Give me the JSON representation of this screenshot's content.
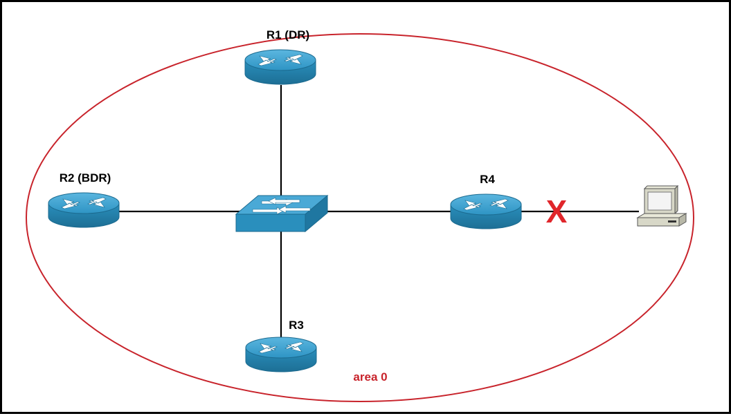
{
  "diagram": {
    "area_label": "area 0",
    "area_color": "#c8232b",
    "link_color": "#000000",
    "device_color": "#2a8fbd",
    "fault_mark": "X",
    "fault_color": "#e0262b"
  },
  "routers": [
    {
      "id": "r1",
      "label": "R1 (DR)"
    },
    {
      "id": "r2",
      "label": "R2 (BDR)"
    },
    {
      "id": "r3",
      "label": "R3"
    },
    {
      "id": "r4",
      "label": "R4"
    }
  ],
  "switch": {
    "id": "sw1"
  },
  "host": {
    "id": "pc1"
  },
  "icons": {
    "router": "router-icon",
    "switch": "switch-icon",
    "host": "computer-icon",
    "fault": "x-mark-icon"
  }
}
